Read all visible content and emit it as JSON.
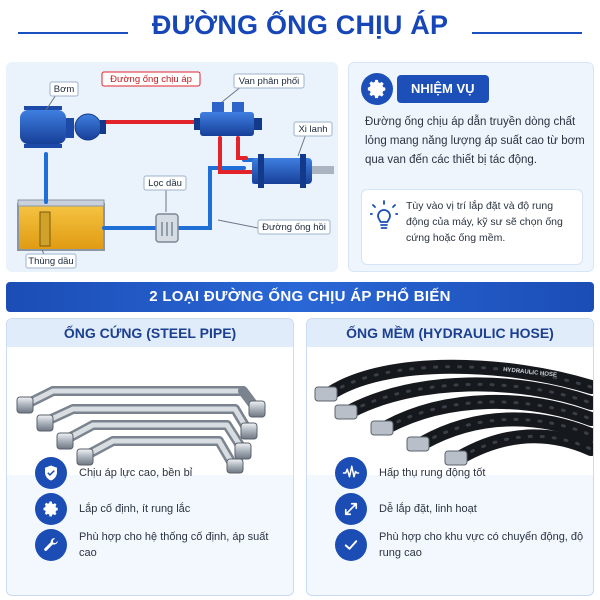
{
  "title": "ĐƯỜNG ỐNG CHỊU ÁP",
  "diagram": {
    "labels": {
      "pump": "Bơm",
      "pressure_line": "Đường ống chịu áp",
      "valve": "Van phân phối",
      "cylinder": "Xi lanh",
      "filter": "Lọc dầu",
      "return_line": "Đường ống hồi",
      "tank": "Thùng dầu"
    },
    "colors": {
      "pressure": "#e2232a",
      "return": "#1f6fd6"
    }
  },
  "task": {
    "badge": "NHIỆM VỤ",
    "text": "Đường ống chịu áp dẫn truyền dòng chất lỏng mang năng lượng áp suất cao từ bơm qua van đến các thiết bị tác động.",
    "tip": "Tùy vào vị trí lắp đặt và độ rung động của máy, kỹ sư sẽ chọn ống cứng hoặc ống mềm."
  },
  "band_title": "2 LOẠI ĐƯỜNG ỐNG CHỊU ÁP PHỔ BIẾN",
  "rigid": {
    "title": "ỐNG CỨNG (STEEL PIPE)",
    "features": [
      {
        "icon": "shield-check-icon",
        "text": "Chịu áp lực cao, bền bỉ"
      },
      {
        "icon": "gear-icon",
        "text": "Lắp cố định, ít rung lắc"
      },
      {
        "icon": "wrench-icon",
        "text": "Phù hợp cho hệ thống cố định, áp suất cao"
      }
    ]
  },
  "flexible": {
    "title": "ỐNG MỀM (HYDRAULIC HOSE)",
    "hose_print": "HYDRAULIC HOSE",
    "features": [
      {
        "icon": "vibration-wave-icon",
        "text": "Hấp thụ rung động tốt"
      },
      {
        "icon": "diagonal-arrows-icon",
        "text": "Dễ lắp đặt, linh hoạt"
      },
      {
        "icon": "check-circle-icon",
        "text": "Phù hợp cho khu vực có chuyển động, độ rung cao"
      }
    ]
  }
}
